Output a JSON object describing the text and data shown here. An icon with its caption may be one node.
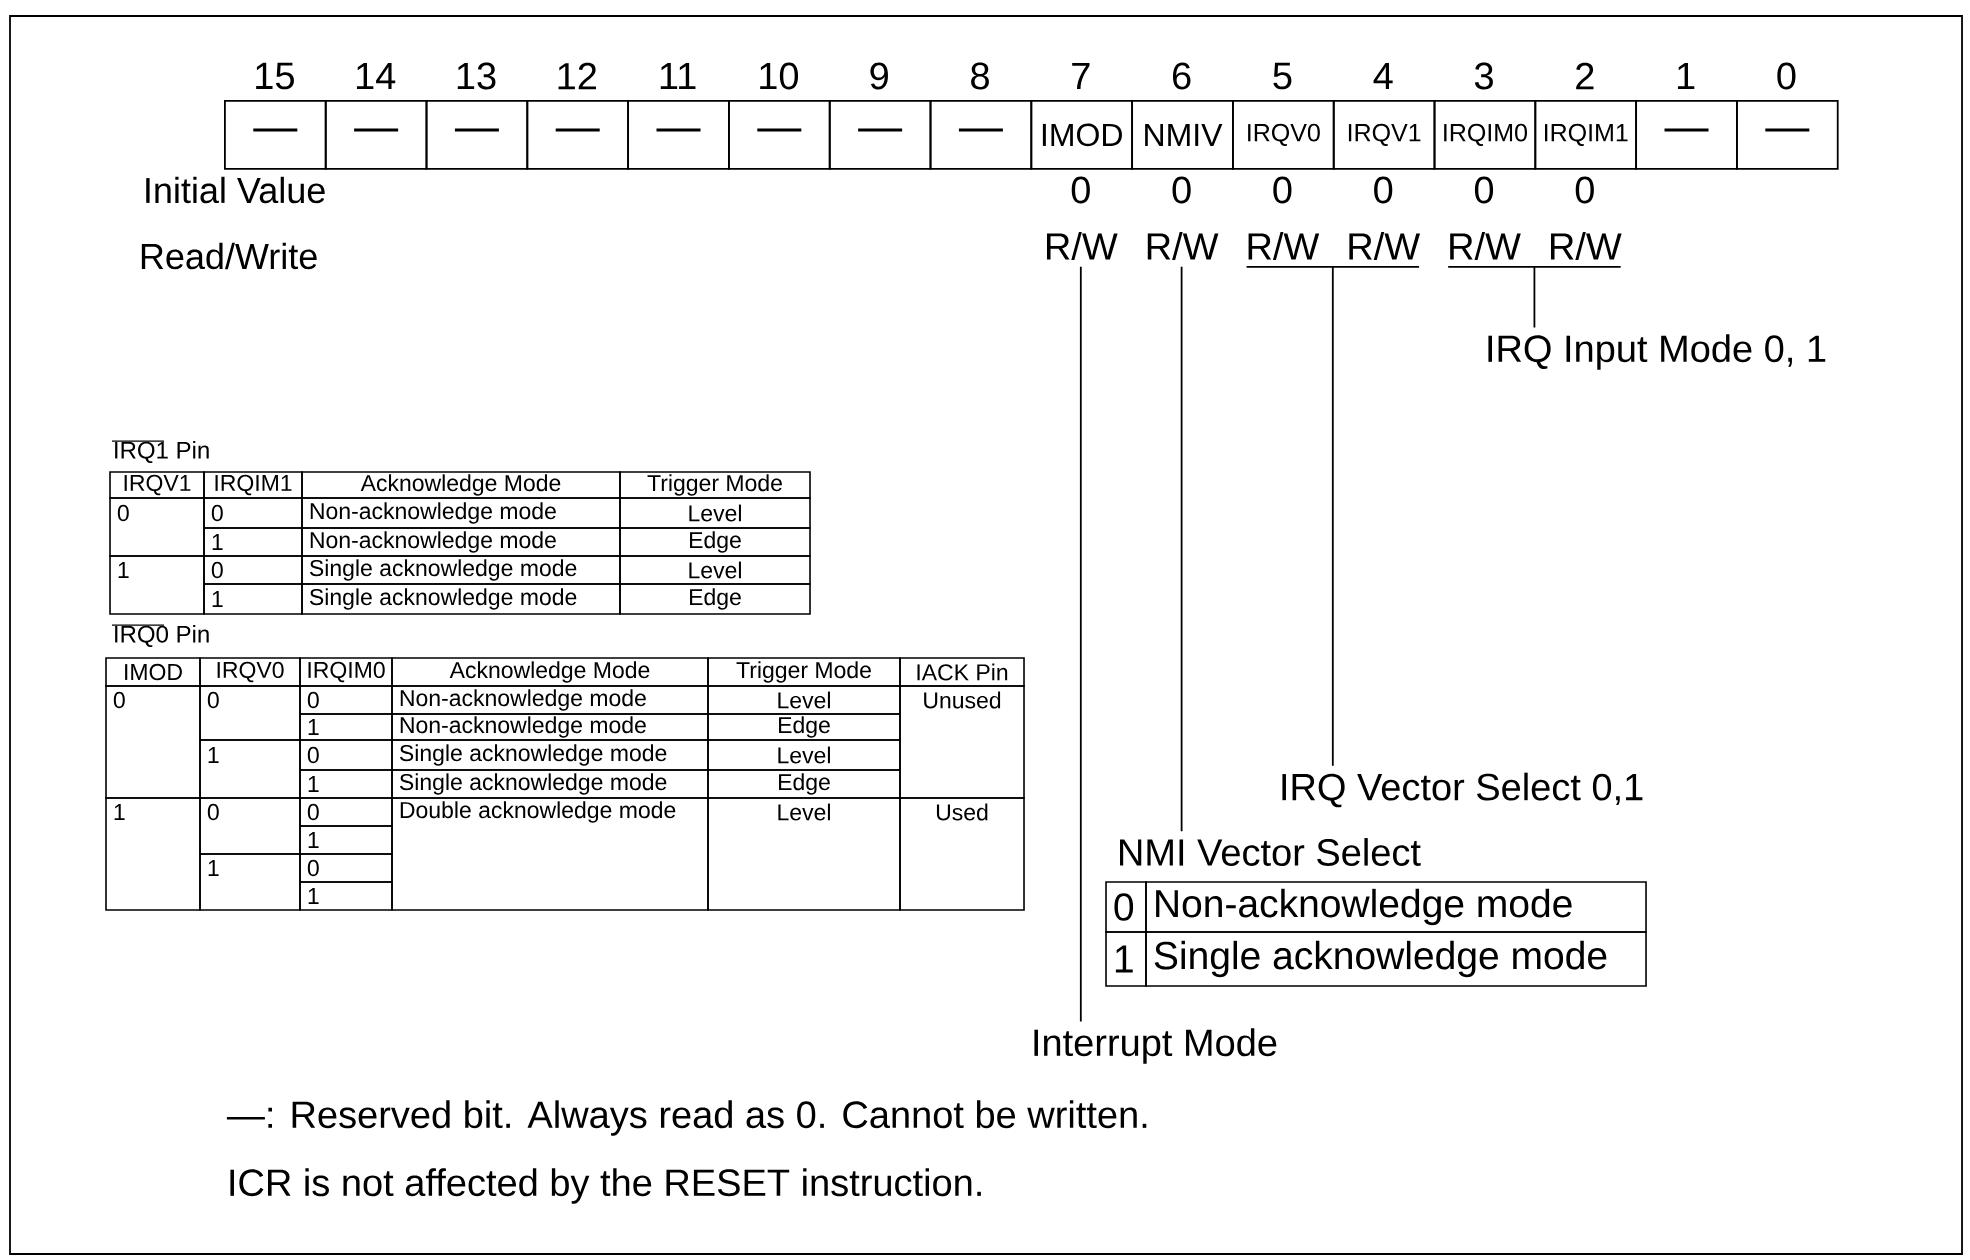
{
  "diagram": {
    "nodes": [
      {
        "text": [
          "—"
        ],
        "beside": [
          "15"
        ]
      },
      {
        "text": [
          "—"
        ],
        "beside": [
          "14"
        ]
      },
      {
        "text": [
          "—"
        ],
        "beside": [
          "13"
        ]
      },
      {
        "text": [
          "—"
        ],
        "beside": [
          "12"
        ]
      },
      {
        "text": [
          "—"
        ],
        "beside": [
          "11"
        ]
      },
      {
        "text": [
          "—"
        ],
        "beside": [
          "10"
        ]
      },
      {
        "text": [
          "—"
        ],
        "beside": [
          "9"
        ]
      },
      {
        "text": [
          "—"
        ],
        "beside": [
          "8"
        ]
      },
      {
        "text": [
          "IMOD"
        ],
        "beside": [
          "7"
        ]
      },
      {
        "text": [
          "NMIV"
        ],
        "beside": [
          "6"
        ]
      },
      {
        "text": [
          "IRQV0"
        ],
        "beside": [
          "5"
        ]
      },
      {
        "text": [
          "IRQV1"
        ],
        "beside": [
          "4"
        ]
      },
      {
        "text": [
          "IRQIM0"
        ],
        "beside": [
          "3"
        ]
      },
      {
        "text": [
          "IRQIM1"
        ],
        "beside": [
          "2"
        ]
      },
      {
        "text": [
          "—"
        ],
        "beside": [
          "1"
        ]
      },
      {
        "text": [
          "—"
        ],
        "beside": [
          "0"
        ]
      },
      {
        "text": [
          "R/W"
        ]
      },
      {
        "text": [
          "R/W"
        ]
      },
      {
        "text": [
          "R/W"
        ]
      },
      {
        "text": [
          "R/W"
        ]
      },
      {
        "text": [
          "R/W"
        ]
      },
      {
        "text": [
          "R/W"
        ]
      },
      {
        "text": [
          "Interrupt Mode"
        ]
      },
      {
        "text": [
          "NMI Vector Select"
        ]
      },
      {
        "text": [
          "IRQ Vector Select 0,1"
        ]
      },
      {
        "text": [
          "IRQ Input Mode 0, 1"
        ]
      }
    ],
    "edges": [
      {
        "from": 16,
        "to": 22,
        "arrow": "none"
      },
      {
        "from": 17,
        "to": 23,
        "arrow": "none"
      },
      {
        "from": 18,
        "to": 24,
        "arrow": "none"
      },
      {
        "from": 19,
        "to": 24,
        "arrow": "none"
      },
      {
        "from": 20,
        "to": 25,
        "arrow": "none"
      },
      {
        "from": 21,
        "to": 25,
        "arrow": "none"
      }
    ],
    "labels": [
      "Initial Value",
      "0",
      "0",
      "0",
      "0",
      "0",
      "0",
      "Read/Write",
      "IRQ1 Pin",
      "IRQV1",
      "IRQIM1",
      "Acknowledge Mode",
      "Trigger Mode",
      "0",
      "0",
      "Non-acknowledge mode",
      "Level",
      "1",
      "Non-acknowledge mode",
      "Edge",
      "1",
      "0",
      "Single acknowledge mode",
      "Level",
      "1",
      "Single acknowledge mode",
      "Edge",
      "IRQ0 Pin",
      "IMOD",
      "IRQV0",
      "IRQIM0",
      "Acknowledge Mode",
      "Trigger Mode",
      "IACK Pin",
      "0",
      "0",
      "0",
      "Non-acknowledge mode",
      "Level",
      "Unused",
      "1",
      "Non-acknowledge mode",
      "Edge",
      "1",
      "0",
      "Single acknowledge mode",
      "Level",
      "1",
      "Single acknowledge mode",
      "Edge",
      "1",
      "0",
      "0",
      "Double acknowledge mode",
      "Level",
      "Used",
      "1",
      "1",
      "0",
      "1",
      "0",
      "Non-acknowledge mode",
      "1",
      "Single acknowledge mode",
      "—: Reserved bit. Always read as 0. Cannot be written.",
      "ICR is not affected by the RESET instruction."
    ]
  }
}
